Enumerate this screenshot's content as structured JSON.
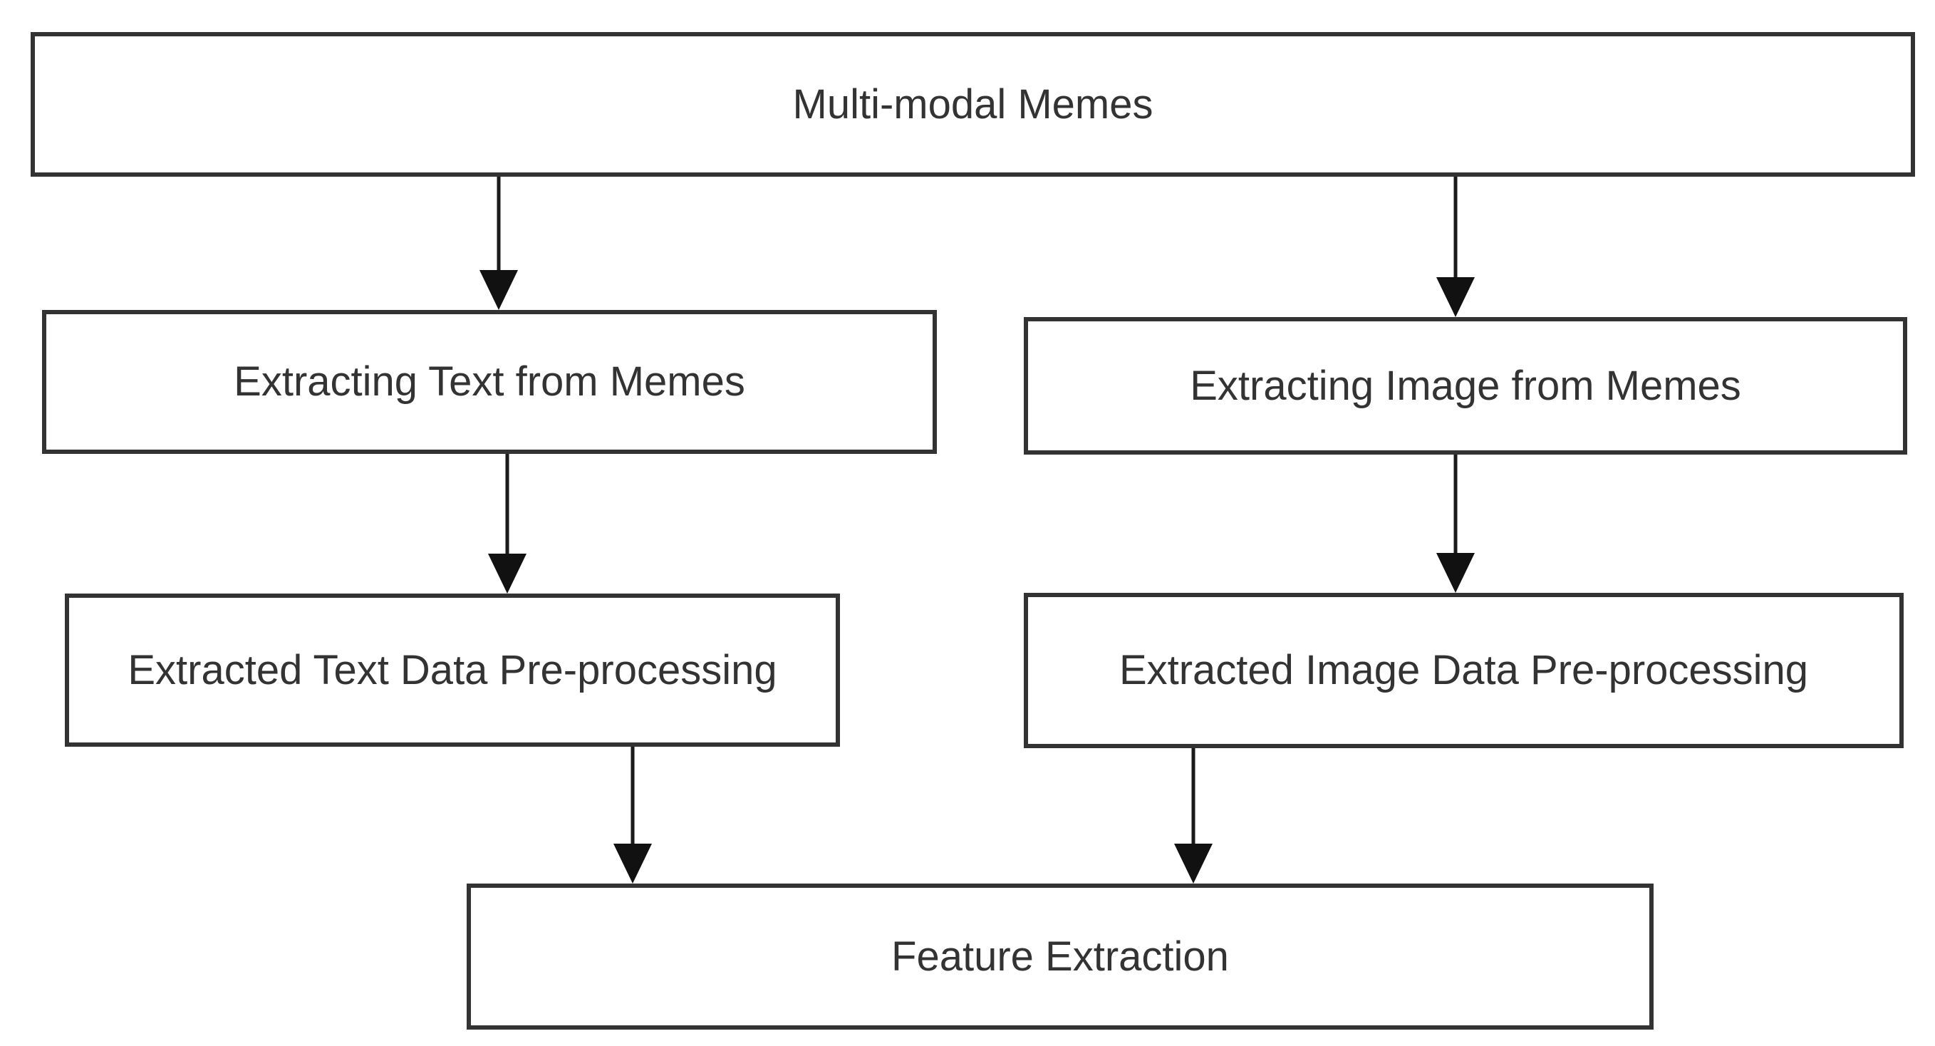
{
  "page": {
    "background": "#ffffff"
  },
  "diagram": {
    "type": "flowchart",
    "direction": "top-down",
    "nodes": [
      {
        "id": "multi-modal-memes",
        "label": "Multi-modal Memes"
      },
      {
        "id": "extracting-text",
        "label": "Extracting Text from Memes"
      },
      {
        "id": "extracting-image",
        "label": "Extracting Image from Memes"
      },
      {
        "id": "text-preprocessing",
        "label": "Extracted Text Data Pre-processing"
      },
      {
        "id": "image-preprocessing",
        "label": "Extracted Image Data Pre-processing"
      },
      {
        "id": "feature-extraction",
        "label": "Feature Extraction"
      }
    ],
    "edges": [
      {
        "from": "multi-modal-memes",
        "to": "extracting-text"
      },
      {
        "from": "multi-modal-memes",
        "to": "extracting-image"
      },
      {
        "from": "extracting-text",
        "to": "text-preprocessing"
      },
      {
        "from": "extracting-image",
        "to": "image-preprocessing"
      },
      {
        "from": "text-preprocessing",
        "to": "feature-extraction"
      },
      {
        "from": "image-preprocessing",
        "to": "feature-extraction"
      }
    ],
    "colors": {
      "node_fill": "#ffffff",
      "node_border": "#333333",
      "label_text": "#333333",
      "arrow": "#111111"
    }
  }
}
